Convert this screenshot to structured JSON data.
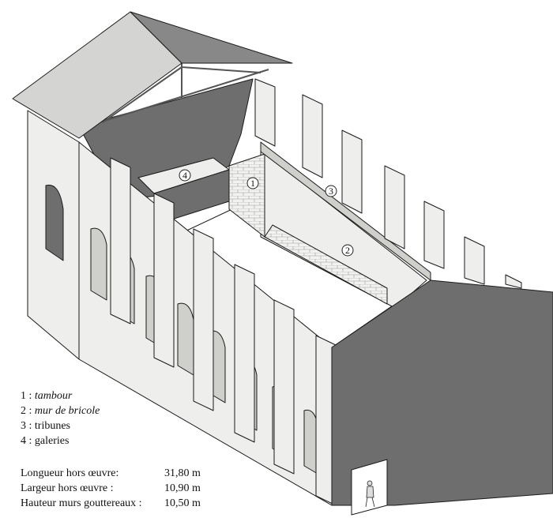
{
  "legend": [
    {
      "number": "1",
      "sep": " : ",
      "term": "tambour",
      "italic": true
    },
    {
      "number": "2",
      "sep": " : ",
      "term": "mur de bricole",
      "italic": true
    },
    {
      "number": "3",
      "sep": " : ",
      "term": "tribunes",
      "italic": false
    },
    {
      "number": "4",
      "sep": " : ",
      "term": "galeries",
      "italic": false
    }
  ],
  "dimensions": [
    {
      "label": "Longueur hors œuvre:",
      "value": "31,80 m"
    },
    {
      "label": "Largeur hors œuvre :",
      "value": "10,90 m"
    },
    {
      "label": "Hauteur murs gouttereaux :",
      "value": "10,50 m"
    }
  ],
  "markers": [
    "1",
    "2",
    "3",
    "4"
  ],
  "colors": {
    "wall_light": "#eeeeec",
    "wall_shade": "#cfcfcc",
    "wall_dark": "#6e6e6e",
    "roof": "#d4d4d2",
    "outline": "#1a1a1a",
    "masonry": "#f2f2f0"
  }
}
